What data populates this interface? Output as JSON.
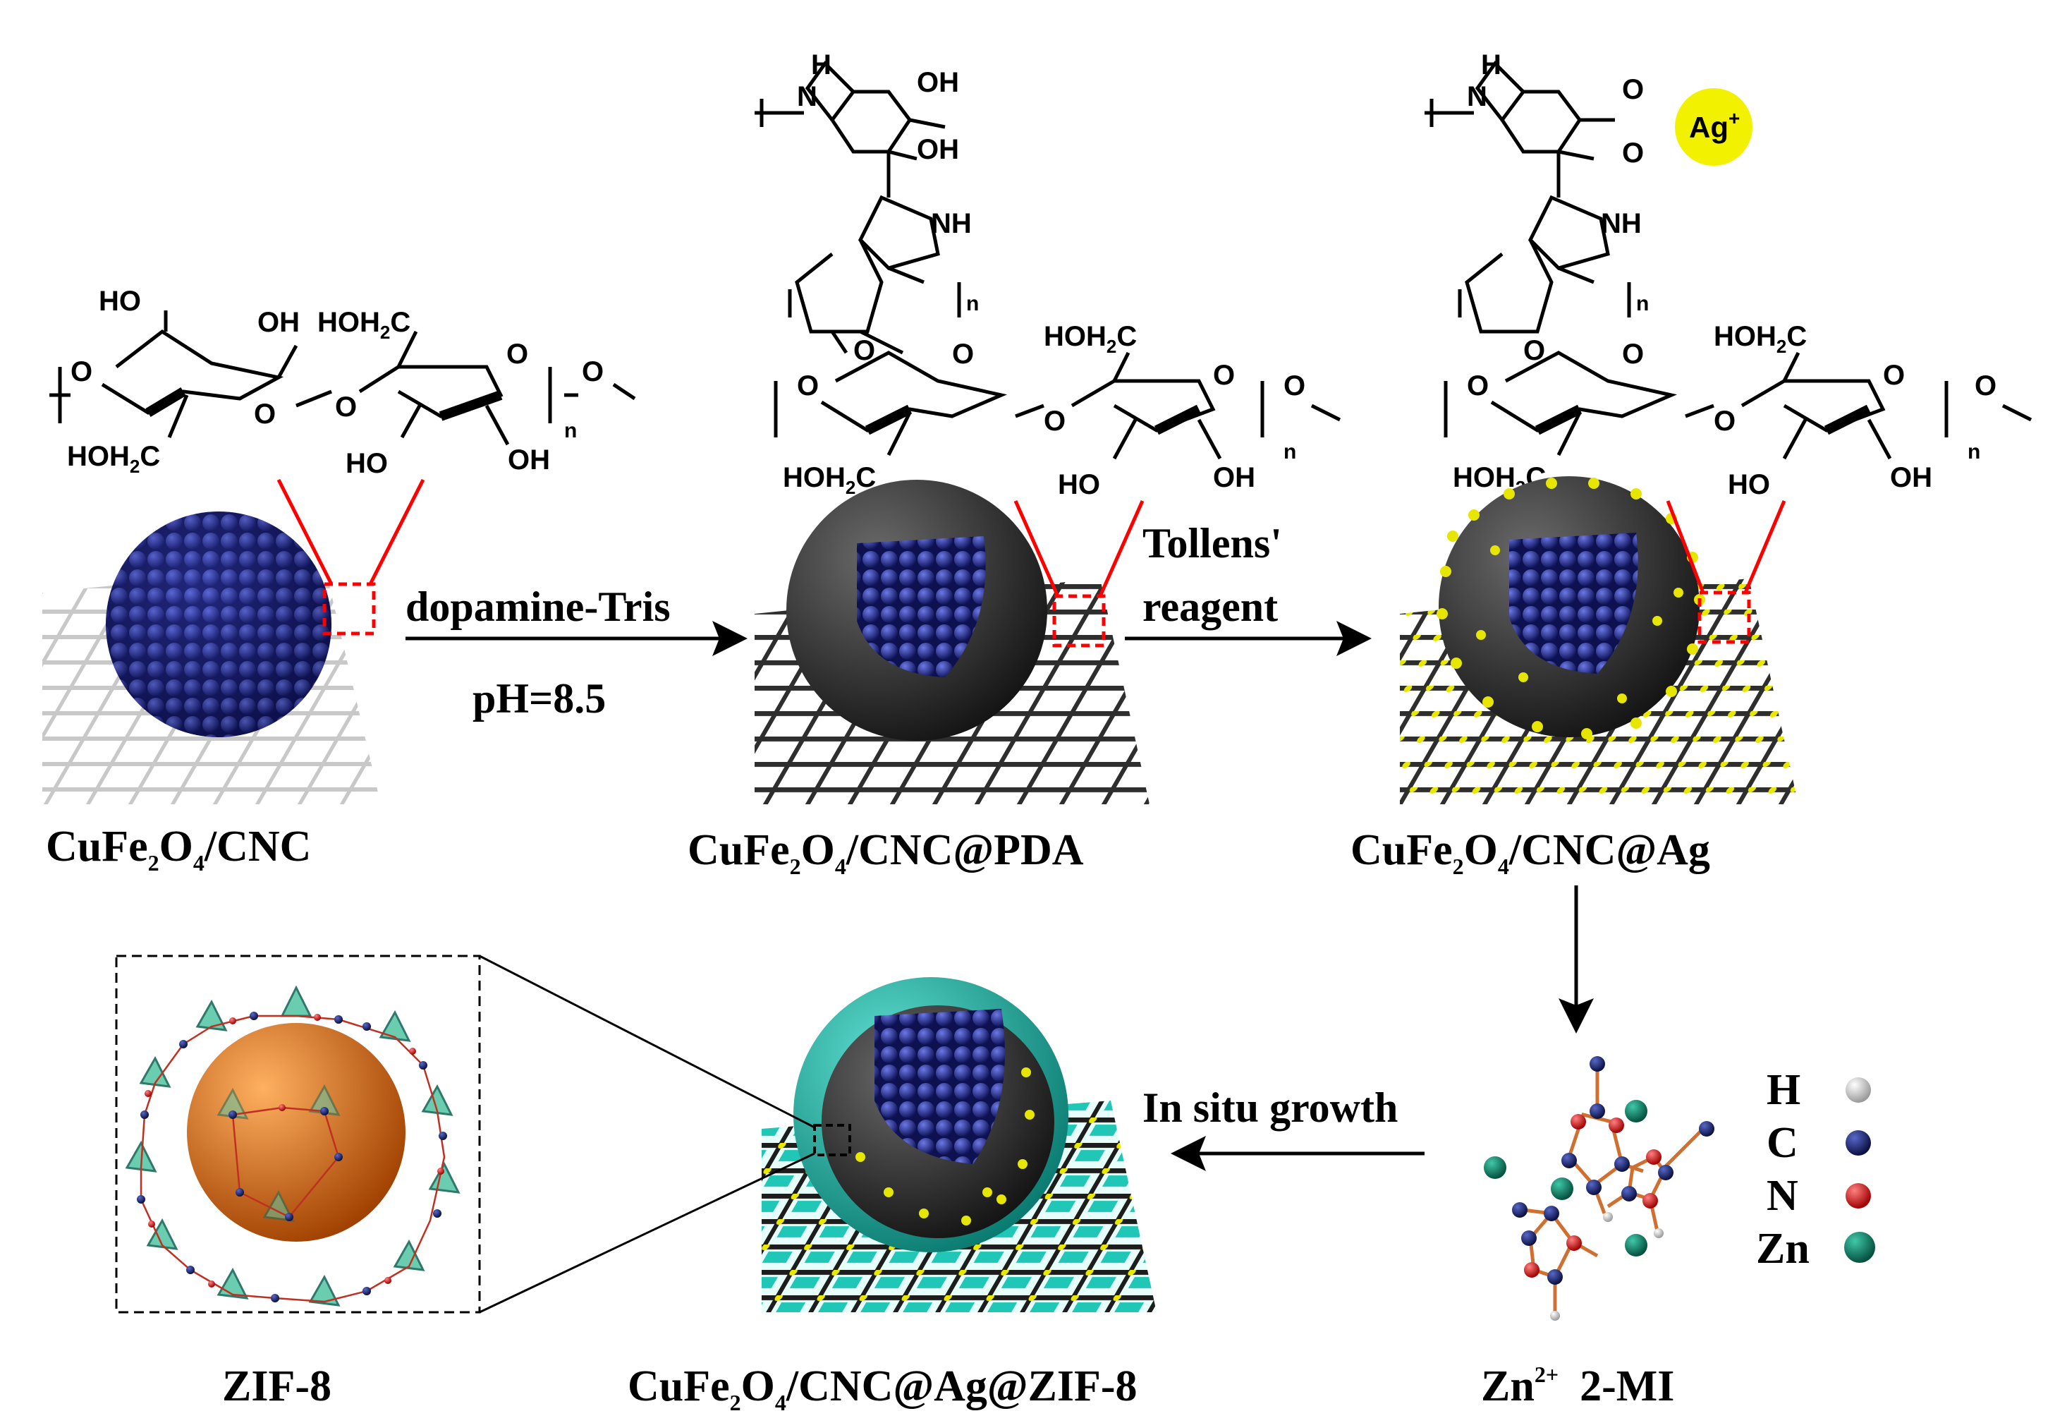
{
  "stages": {
    "s1": {
      "label_base": "CuFe",
      "sub1": "2",
      "label_mid": "O",
      "sub2": "4",
      "label_tail": "/CNC"
    },
    "s2": {
      "label_base": "CuFe",
      "sub1": "2",
      "label_mid": "O",
      "sub2": "4",
      "label_tail": "/CNC@PDA"
    },
    "s3": {
      "label_base": "CuFe",
      "sub1": "2",
      "label_mid": "O",
      "sub2": "4",
      "label_tail": "/CNC@Ag"
    },
    "s4": {
      "label_base": "CuFe",
      "sub1": "2",
      "label_mid": "O",
      "sub2": "4",
      "label_tail": "/CNC@Ag@ZIF-8"
    },
    "zif": {
      "label": "ZIF-8"
    },
    "reagents": {
      "zn": "Zn",
      "zn_sup": "2+",
      "mi": "2-MI"
    }
  },
  "arrows": {
    "a1_top": "dopamine-Tris",
    "a1_bottom": "pH=8.5",
    "a2_top": "Tollens'",
    "a2_bottom": "reagent",
    "a4_label": "In situ growth"
  },
  "legend": [
    {
      "symbol": "H",
      "color": "#e6e6e6"
    },
    {
      "symbol": "C",
      "color": "#1a2a6c"
    },
    {
      "symbol": "N",
      "color": "#e01818"
    },
    {
      "symbol": "Zn",
      "color": "#0f7a66"
    }
  ],
  "chem": {
    "HO": "HO",
    "OH": "OH",
    "O": "O",
    "n": "n",
    "NH": "NH",
    "H": "H",
    "HOH2C_a": "HOH",
    "HOH2C_sub": "2",
    "HOH2C_b": "C",
    "ag": "Ag",
    "ag_sup": "+"
  },
  "colors": {
    "core": "#1c1f7a",
    "pda_shell": "#2e2e2e",
    "zif_shell": "#1aa79a",
    "silver": "#e8e800",
    "cnc_mesh": "#cfcfcf",
    "dark_mesh": "#3a3a3a",
    "zif_sphere": "#e07010",
    "red_line": "#ff0000"
  }
}
